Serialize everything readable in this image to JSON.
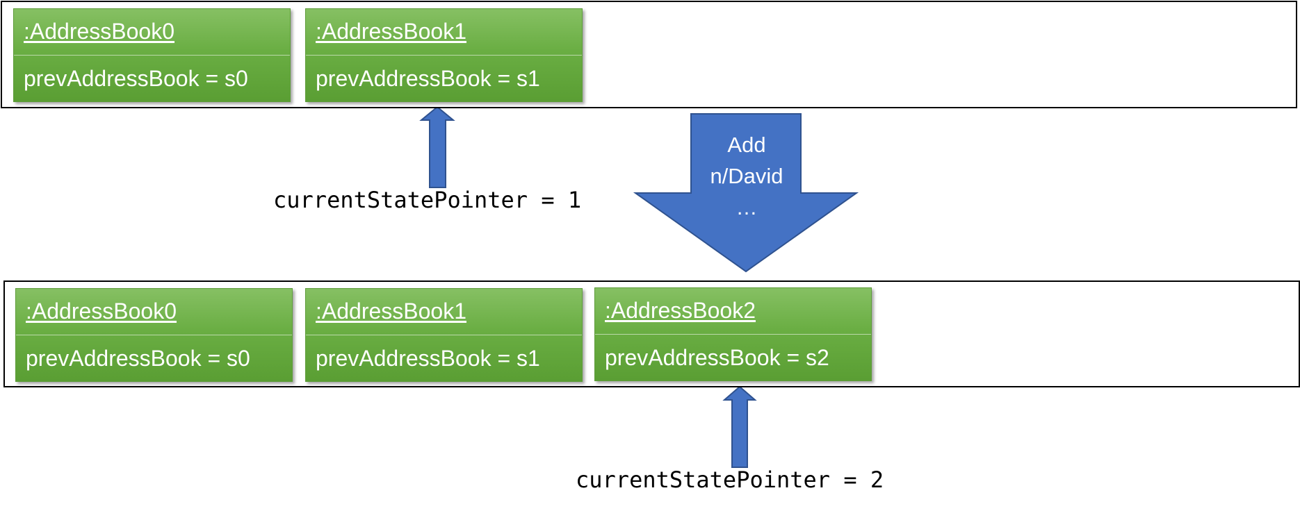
{
  "before": {
    "objects": [
      {
        "name": ":AddressBook0",
        "attr": "prevAddressBook = s0"
      },
      {
        "name": ":AddressBook1",
        "attr": "prevAddressBook = s1"
      }
    ],
    "pointer_label": "currentStatePointer = 1"
  },
  "command": {
    "line1": "Add",
    "line2": "n/David",
    "line3": "…"
  },
  "after": {
    "objects": [
      {
        "name": ":AddressBook0",
        "attr": "prevAddressBook = s0"
      },
      {
        "name": ":AddressBook1",
        "attr": "prevAddressBook = s1"
      },
      {
        "name": ":AddressBook2",
        "attr": "prevAddressBook = s2"
      }
    ],
    "pointer_label": "currentStatePointer = 2"
  },
  "colors": {
    "object_fill": "#6aae43",
    "arrow_fill": "#4472c4",
    "arrow_stroke": "#2f528f",
    "border": "#000000"
  }
}
